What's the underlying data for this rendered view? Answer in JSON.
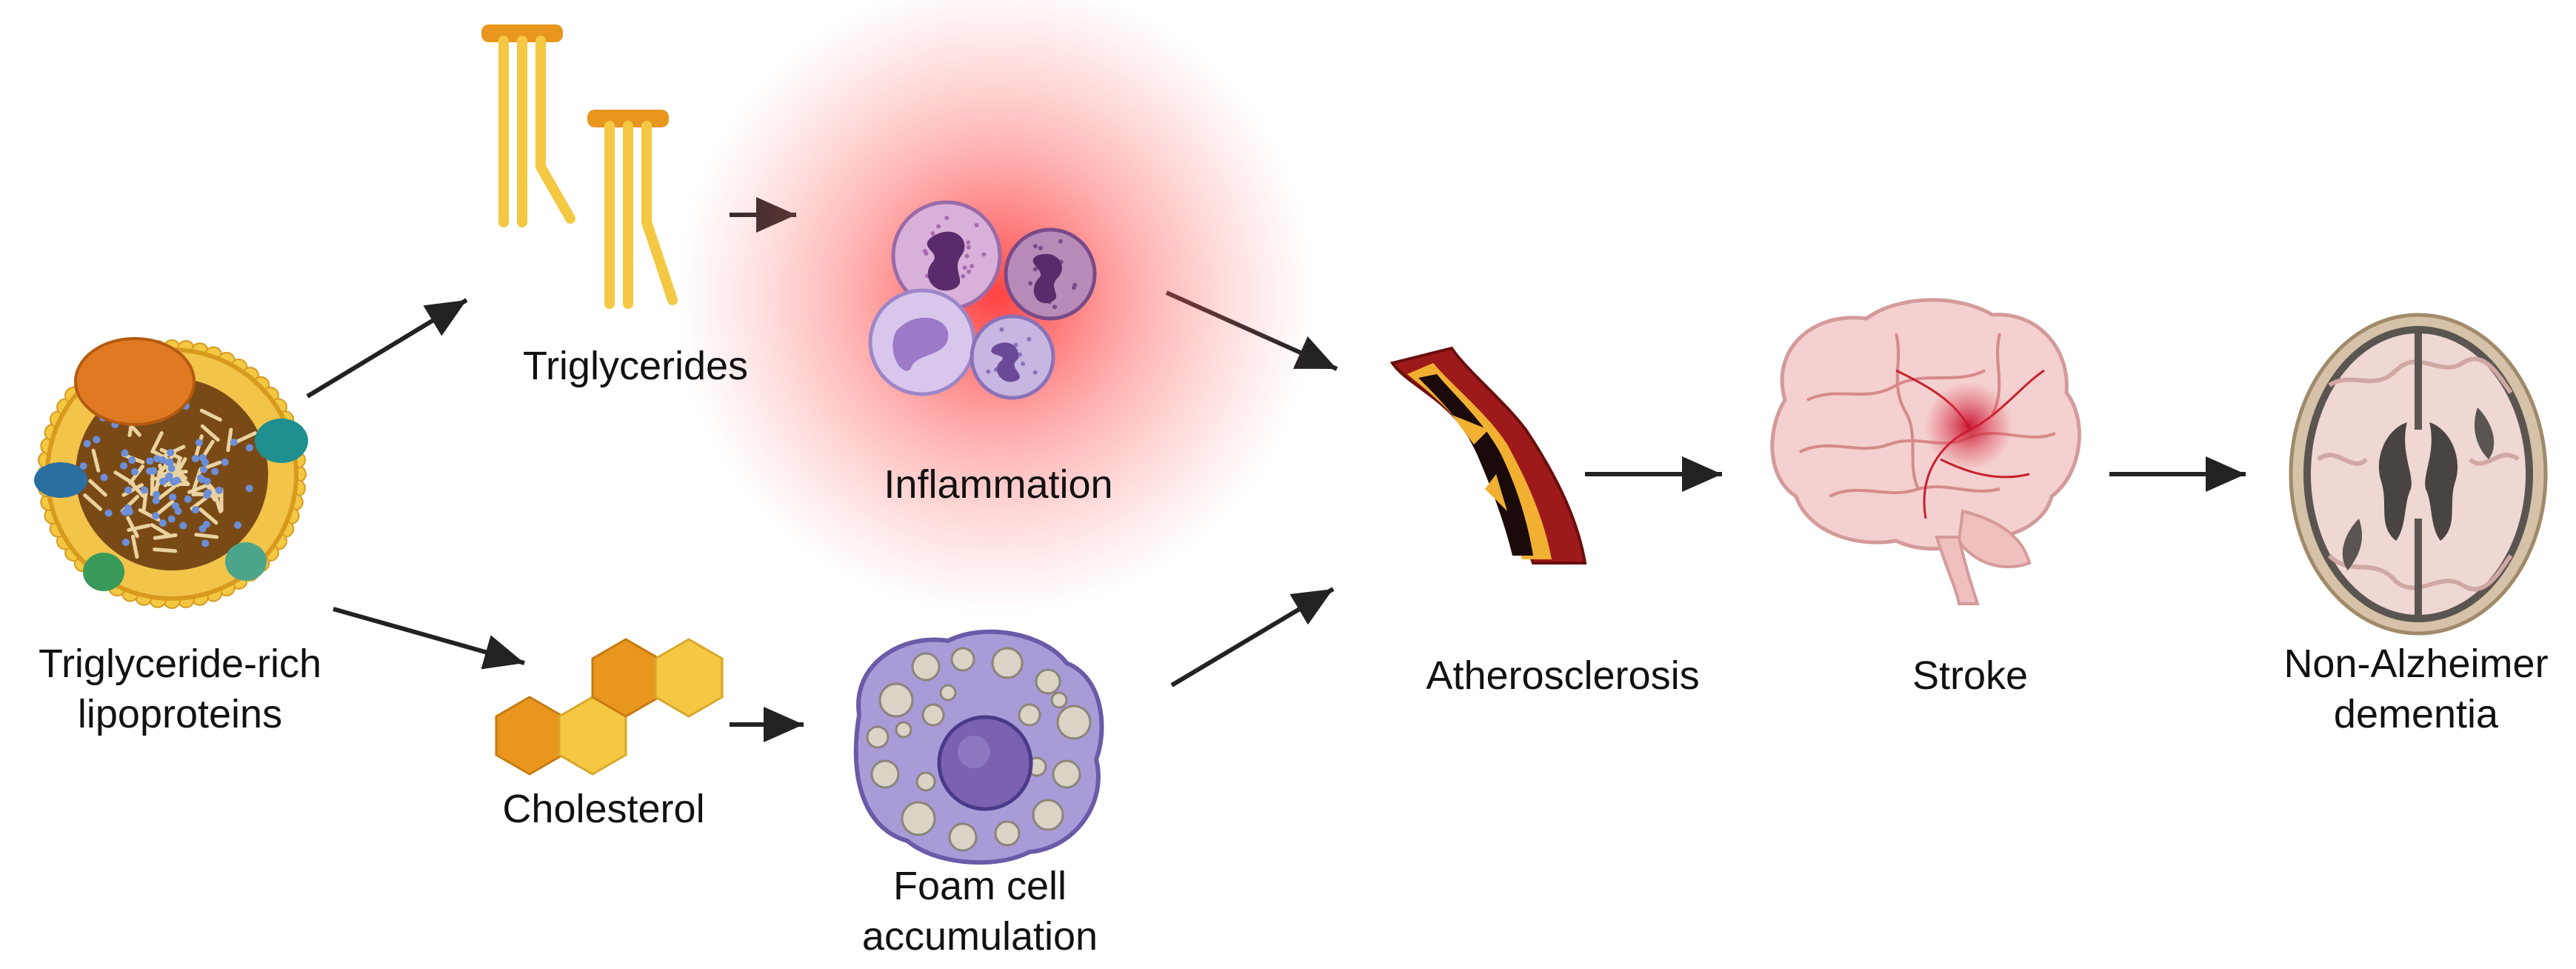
{
  "nodes": {
    "trl": {
      "line1": "Triglyceride-rich",
      "line2": "lipoproteins"
    },
    "triglycerides": {
      "label": "Triglycerides"
    },
    "inflammation": {
      "label": "Inflammation"
    },
    "cholesterol": {
      "label": "Cholesterol"
    },
    "foam": {
      "line1": "Foam cell",
      "line2": "accumulation"
    },
    "atherosclerosis": {
      "label": "Atherosclerosis"
    },
    "stroke": {
      "label": "Stroke"
    },
    "dementia": {
      "line1": "Non-Alzheimer",
      "line2": "dementia"
    }
  },
  "colors": {
    "arrow": "#222222",
    "lipid_gold": "#f4c842",
    "lipid_orange": "#e8961e",
    "inflammation_glow": "#ff3b3b",
    "foam_purple": "#8a7cc4",
    "brain_pink": "#f2c4c4",
    "vessel_red": "#8b1a1a"
  },
  "icons": {
    "trl": "lipoprotein-particle-icon",
    "triglycerides": "triglyceride-molecule-icon",
    "inflammation": "immune-cells-icon",
    "cholesterol": "cholesterol-hexagon-icon",
    "foam": "foam-cell-icon",
    "atherosclerosis": "artery-plaque-icon",
    "stroke": "brain-stroke-icon",
    "dementia": "brain-cross-section-icon"
  }
}
